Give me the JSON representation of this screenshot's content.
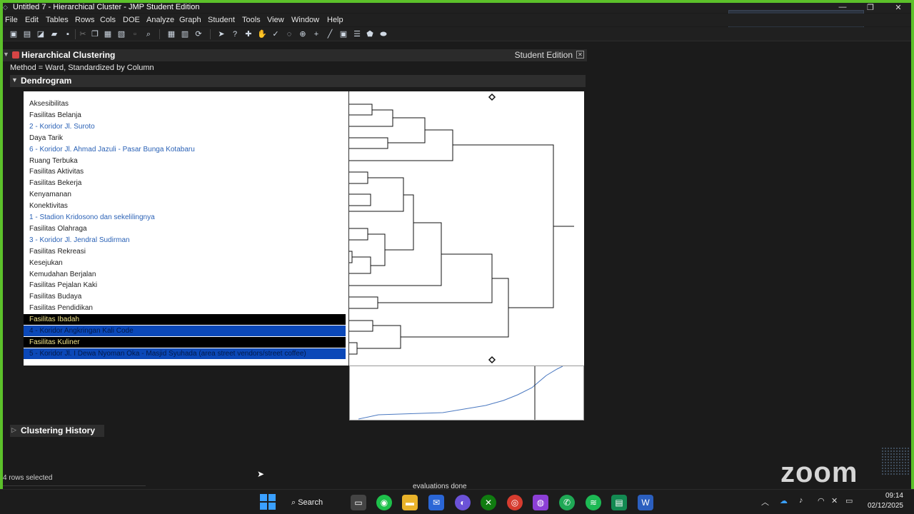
{
  "window": {
    "title": "Untitled 7 - Hierarchical Cluster - JMP Student Edition",
    "controls": [
      "—",
      "❐",
      "✕"
    ]
  },
  "menu": [
    "File",
    "Edit",
    "Tables",
    "Rows",
    "Cols",
    "DOE",
    "Analyze",
    "Graph",
    "Student",
    "Tools",
    "View",
    "Window",
    "Help"
  ],
  "report": {
    "title": "Hierarchical Clustering",
    "edition": "Student Edition",
    "method": "Method = Ward, Standardized by Column",
    "dendrogram_title": "Dendrogram",
    "history_title": "Clustering History"
  },
  "dendrogram_rows": [
    {
      "label": "Aksesibilitas",
      "style": "normal"
    },
    {
      "label": "Fasilitas Belanja",
      "style": "normal"
    },
    {
      "label": "2 - Koridor Jl. Suroto",
      "style": "blue"
    },
    {
      "label": "Daya Tarik",
      "style": "normal"
    },
    {
      "label": "6 - Koridor Jl. Ahmad Jazuli - Pasar Bunga Kotabaru",
      "style": "blue"
    },
    {
      "label": "Ruang Terbuka",
      "style": "normal"
    },
    {
      "label": "Fasilitas Aktivitas",
      "style": "normal"
    },
    {
      "label": "Fasilitas Bekerja",
      "style": "normal"
    },
    {
      "label": "Kenyamanan",
      "style": "normal"
    },
    {
      "label": "Konektivitas",
      "style": "normal"
    },
    {
      "label": "1 - Stadion Kridosono dan sekelilingnya",
      "style": "blue"
    },
    {
      "label": "Fasilitas Olahraga",
      "style": "normal"
    },
    {
      "label": "3 - Koridor Jl. Jendral Sudirman",
      "style": "blue"
    },
    {
      "label": "Fasilitas Rekreasi",
      "style": "normal"
    },
    {
      "label": "Kesejukan",
      "style": "normal"
    },
    {
      "label": "Kemudahan Berjalan",
      "style": "normal"
    },
    {
      "label": "Fasilitas Pejalan Kaki",
      "style": "normal"
    },
    {
      "label": "Fasilitas Budaya",
      "style": "normal"
    },
    {
      "label": "Fasilitas Pendidikan",
      "style": "normal"
    },
    {
      "label": "Fasilitas Ibadah",
      "style": "sel-black"
    },
    {
      "label": "4 - Koridor Angkringan Kali Code",
      "style": "sel-blue"
    },
    {
      "label": "Fasilitas Kuliner",
      "style": "sel-black"
    },
    {
      "label": "5 - Koridor Jl. I Dewa Nyoman Oka - Masjid Syuhada (area street vendors/street coffee)",
      "style": "sel-blue"
    }
  ],
  "status": {
    "rows_selected": "4 rows selected",
    "evaluations": "evaluations done"
  },
  "overlay": {
    "zoom_logo": "zoom"
  },
  "taskbar": {
    "search_label": "Search",
    "time": "09:14",
    "date": "02/12/2025"
  },
  "colors": {
    "frame_accent": "#5cc12a",
    "label_blue": "#2b62b6",
    "selection_blue": "#0b48b8",
    "selection_black": "#000000"
  }
}
